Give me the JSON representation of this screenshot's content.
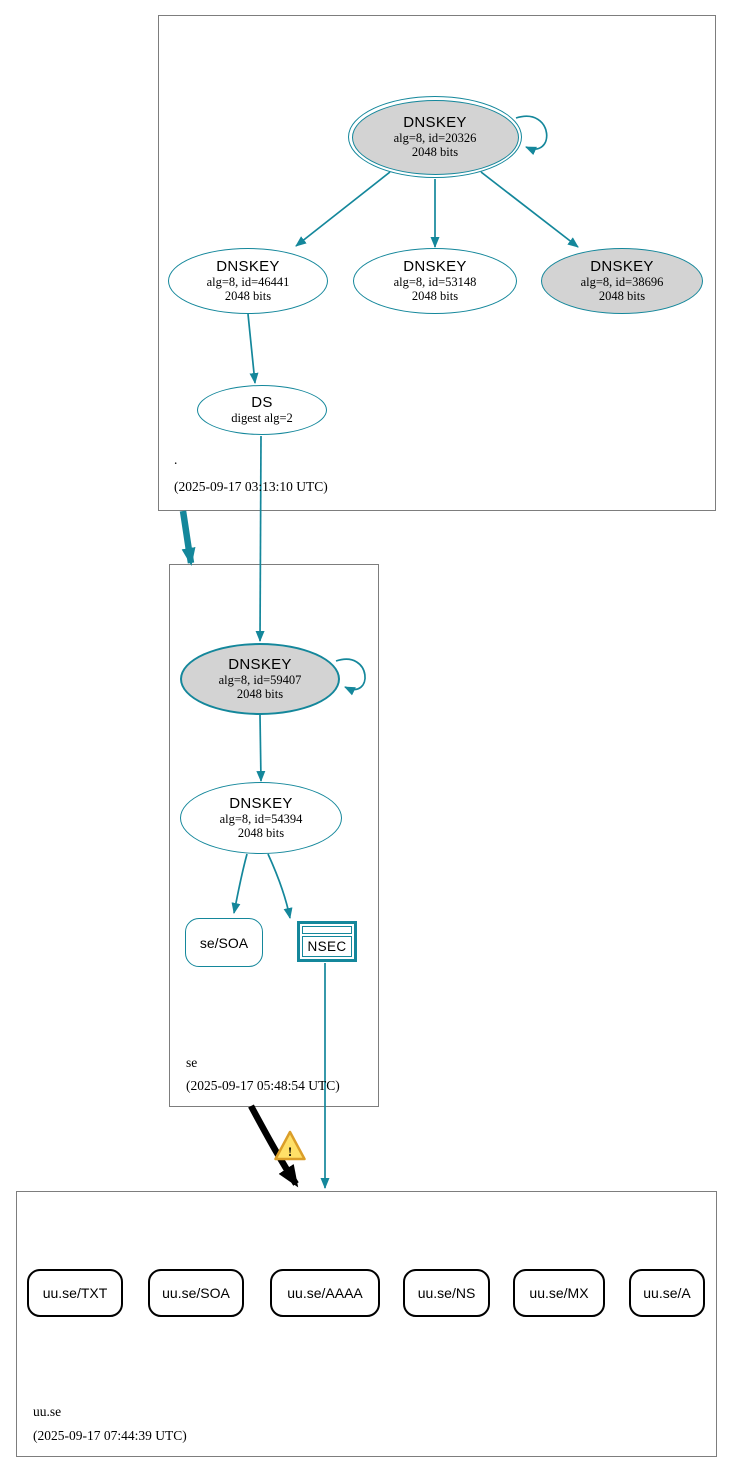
{
  "colors": {
    "teal": "#14879b",
    "gray_fill": "#d3d3d3",
    "cluster_border": "#7d7d7d",
    "edge_black": "#010101",
    "warning_fill": "#ffe068",
    "warning_stroke": "#db9e28",
    "text": "#000000",
    "background": "#ffffff"
  },
  "zones": {
    "root": {
      "label": ".",
      "timestamp": "(2025-09-17 03:13:10 UTC)",
      "ksk": {
        "title": "DNSKEY",
        "detail1": "alg=8, id=20326",
        "detail2": "2048 bits"
      },
      "key46441": {
        "title": "DNSKEY",
        "detail1": "alg=8, id=46441",
        "detail2": "2048 bits"
      },
      "key53148": {
        "title": "DNSKEY",
        "detail1": "alg=8, id=53148",
        "detail2": "2048 bits"
      },
      "key38696": {
        "title": "DNSKEY",
        "detail1": "alg=8, id=38696",
        "detail2": "2048 bits"
      },
      "ds": {
        "title": "DS",
        "detail1": "digest alg=2"
      }
    },
    "se": {
      "label": "se",
      "timestamp": "(2025-09-17 05:48:54 UTC)",
      "key59407": {
        "title": "DNSKEY",
        "detail1": "alg=8, id=59407",
        "detail2": "2048 bits"
      },
      "key54394": {
        "title": "DNSKEY",
        "detail1": "alg=8, id=54394",
        "detail2": "2048 bits"
      },
      "soa": {
        "label": "se/SOA"
      },
      "nsec": {
        "label": "NSEC"
      }
    },
    "uuse": {
      "label": "uu.se",
      "timestamp": "(2025-09-17 07:44:39 UTC)",
      "rrsets": [
        {
          "label": "uu.se/TXT"
        },
        {
          "label": "uu.se/SOA"
        },
        {
          "label": "uu.se/AAAA"
        },
        {
          "label": "uu.se/NS"
        },
        {
          "label": "uu.se/MX"
        },
        {
          "label": "uu.se/A"
        }
      ]
    }
  },
  "icons": {
    "warning_symbol": "!"
  }
}
